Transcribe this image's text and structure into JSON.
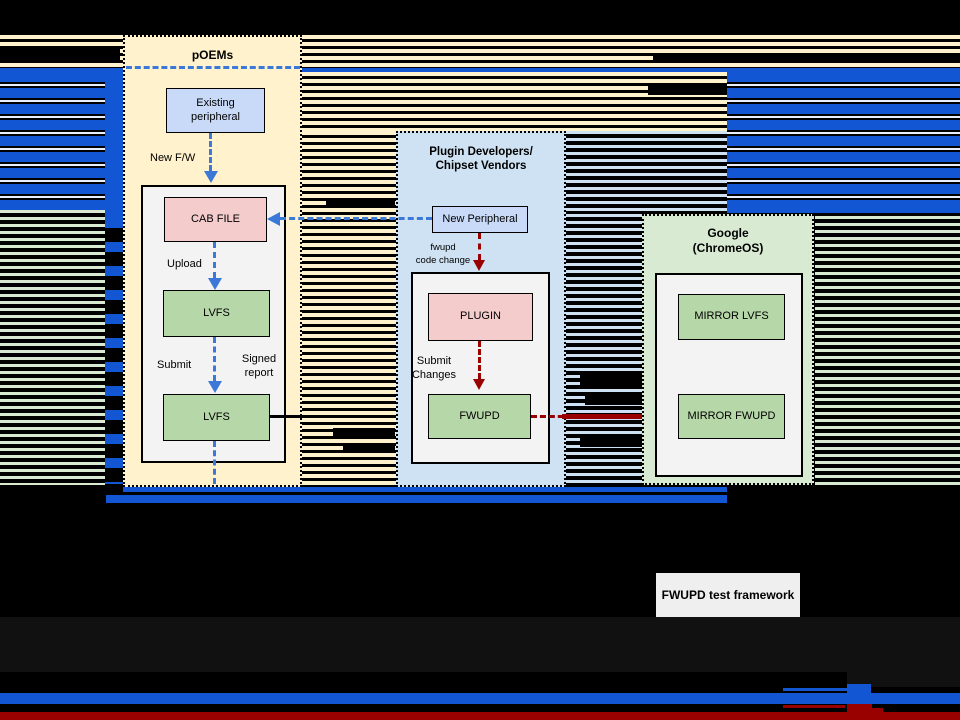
{
  "colors": {
    "blue": "#1356D4",
    "arrow-blue": "#3C78D8",
    "red": "#990000",
    "cream": "#FFF2CC",
    "panel-blue": "#CFE2F3",
    "panel-green": "#D9EAD3",
    "box-blue": "#C9DAF8",
    "box-pink": "#F4CCCC",
    "box-green": "#B6D7A8",
    "subbox-gray": "#F3F3F3",
    "framework-gray": "#EFEFEF",
    "dim-band": "#111111"
  },
  "poems": {
    "title": "pOEMs",
    "existing_peripheral": "Existing peripheral",
    "new_fw": "New F/W",
    "cab_file": "CAB FILE",
    "upload": "Upload",
    "lvfs_upper": "LVFS",
    "submit": "Submit",
    "signed_report": "Signed report",
    "lvfs_lower": "LVFS"
  },
  "plugin": {
    "title_line1": "Plugin Developers/",
    "title_line2": "Chipset Vendors",
    "new_peripheral": "New Peripheral",
    "code_change_line1": "fwupd",
    "code_change_line2": "code change",
    "plugin_box": "PLUGIN",
    "submit_changes_line1": "Submit",
    "submit_changes_line2": "Changes",
    "fwupd_box": "FWUPD"
  },
  "google": {
    "title_line1": "Google",
    "title_line2": "(ChromeOS)",
    "mirror_lvfs": "MIRROR LVFS",
    "mirror_fwupd": "MIRROR FWUPD"
  },
  "footer": {
    "test_framework": "FWUPD test framework"
  }
}
